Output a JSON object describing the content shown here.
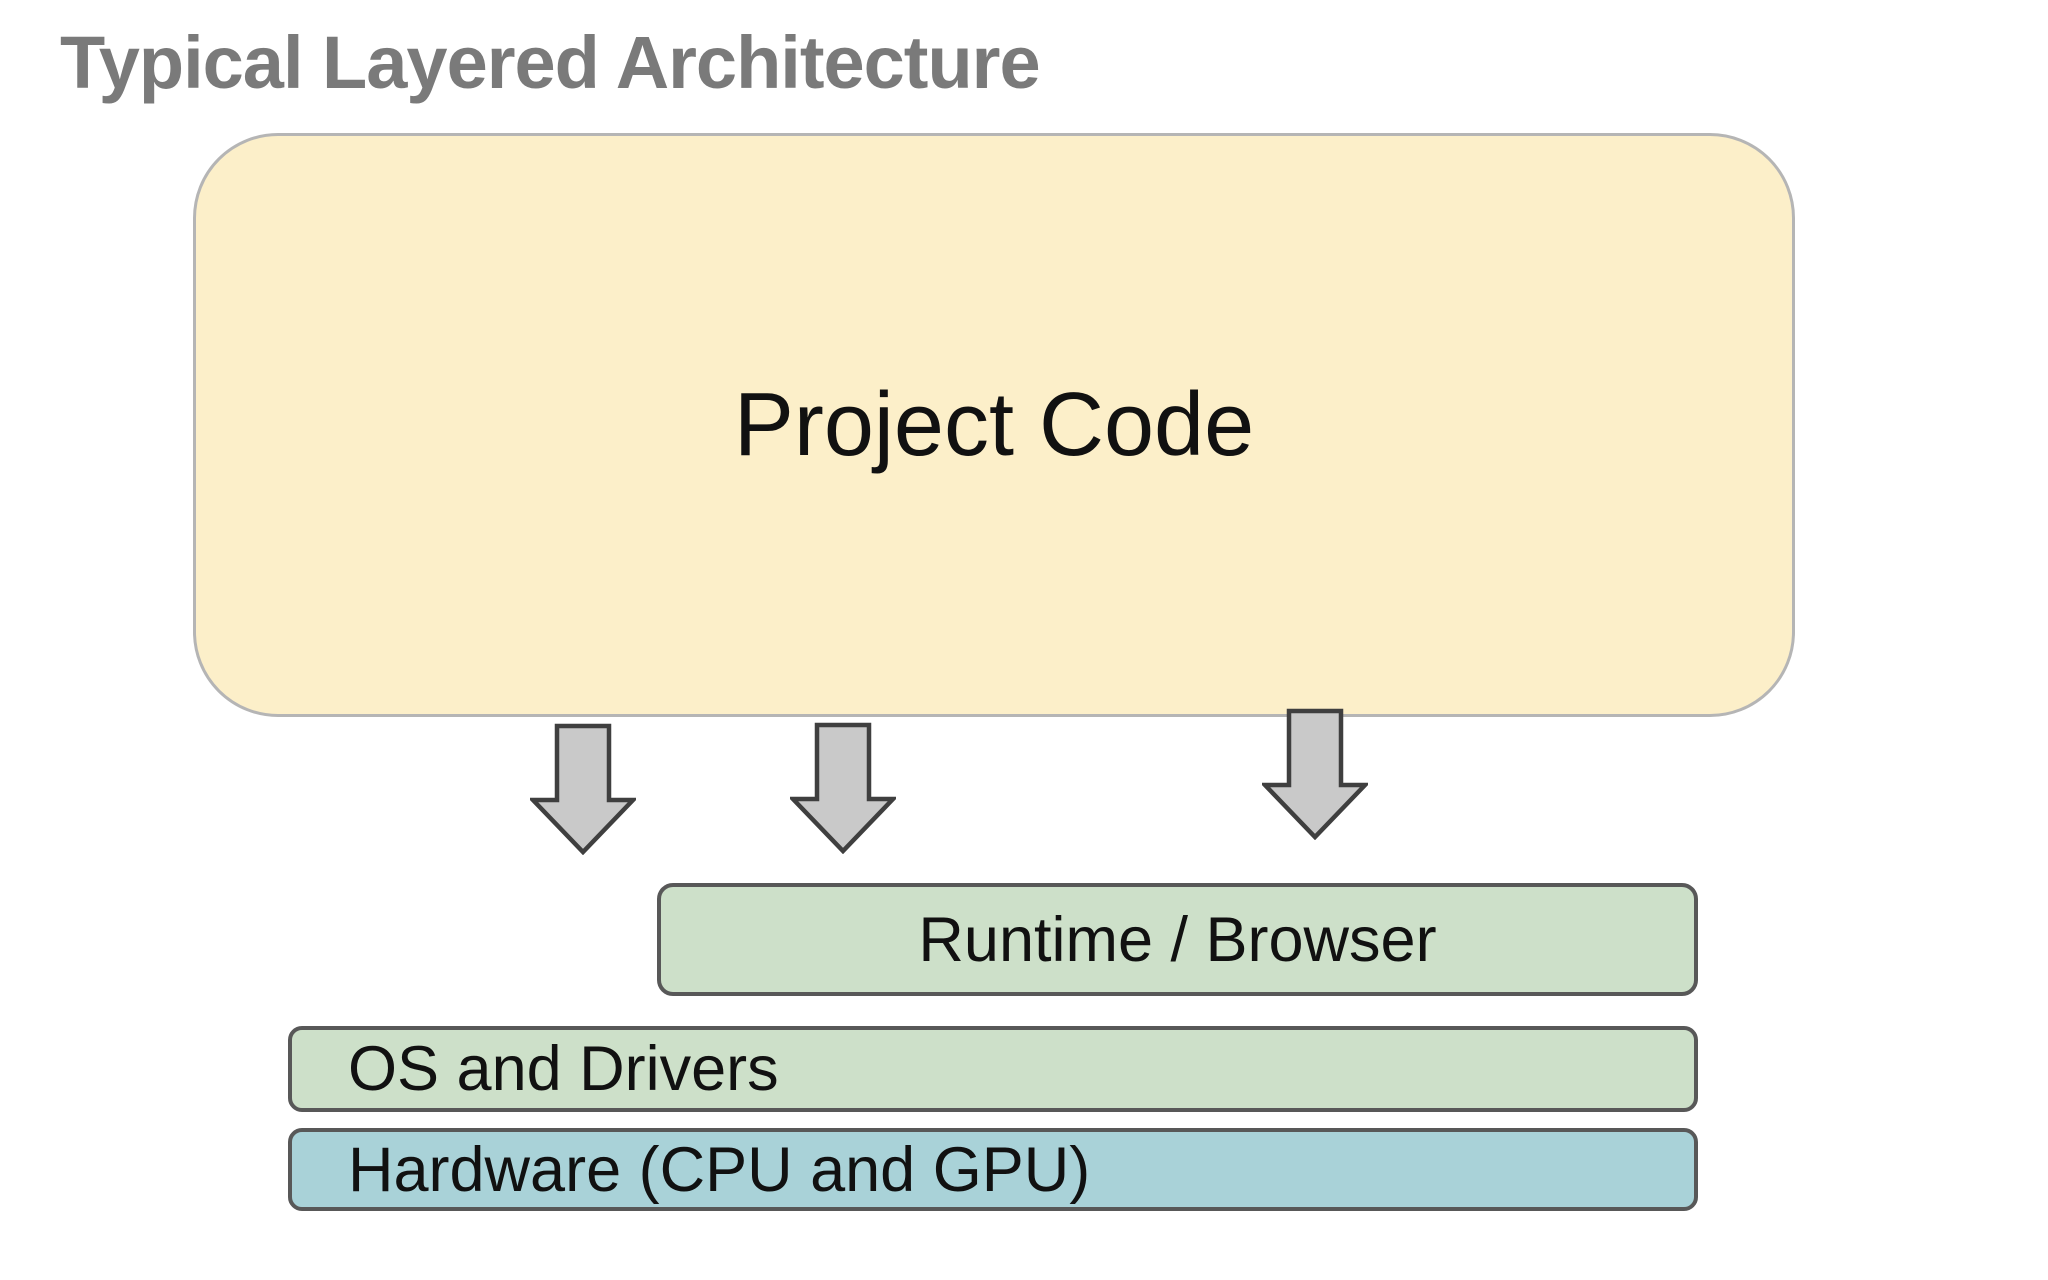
{
  "title": "Typical Layered Architecture",
  "diagram": {
    "type": "layered-architecture",
    "layers": [
      {
        "id": "project-code",
        "label": "Project Code",
        "fill": "#FCEFC9",
        "border": "#B5B5B5",
        "text_align": "center"
      },
      {
        "id": "runtime",
        "label": "Runtime / Browser",
        "fill": "#CDE0C9",
        "border": "#585858",
        "text_align": "center"
      },
      {
        "id": "os",
        "label": "OS and Drivers",
        "fill": "#CDE0C9",
        "border": "#585858",
        "text_align": "left"
      },
      {
        "id": "hardware",
        "label": "Hardware (CPU and GPU)",
        "fill": "#A9D2D8",
        "border": "#585858",
        "text_align": "left"
      }
    ],
    "arrows": {
      "count": 3,
      "direction": "down",
      "fill": "#C9C9C9",
      "stroke": "#3F3F3F"
    }
  },
  "colors": {
    "background": "#FFFFFF",
    "title_text": "#7A7A7A",
    "label_text": "#111111"
  }
}
